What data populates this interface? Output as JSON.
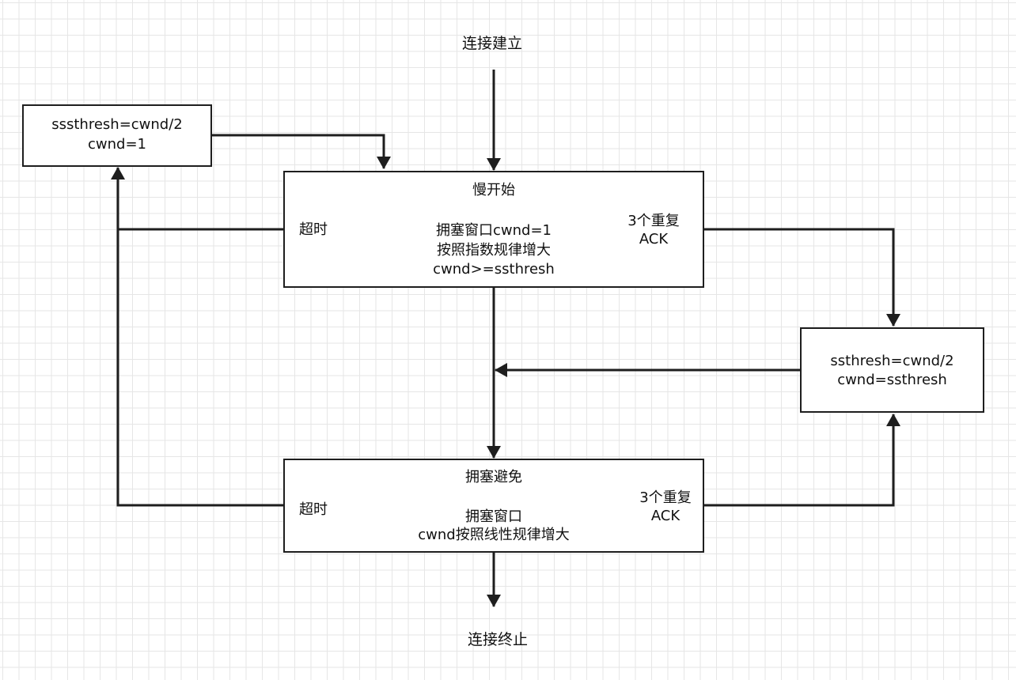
{
  "start_label": "连接建立",
  "end_label": "连接终止",
  "timeout_reset_box": {
    "line1": "sssthresh=cwnd/2",
    "line2": "cwnd=1"
  },
  "slow_start": {
    "title": "慢开始",
    "timeout": "超时",
    "dup_ack_line1": "3个重复",
    "dup_ack_line2": "ACK",
    "body_line1": "拥塞窗口cwnd=1",
    "body_line2": "按照指数规律增大",
    "body_line3": "cwnd>=ssthresh"
  },
  "fast_recovery_box": {
    "line1": "ssthresh=cwnd/2",
    "line2": "cwnd=ssthresh"
  },
  "congestion_avoidance": {
    "title": "拥塞避免",
    "timeout": "超时",
    "dup_ack_line1": "3个重复",
    "dup_ack_line2": "ACK",
    "body_line1": "拥塞窗口",
    "body_line2": "cwnd按照线性规律增大"
  },
  "colors": {
    "stroke": "#1e1e1e",
    "grid": "#e6e6e6"
  }
}
